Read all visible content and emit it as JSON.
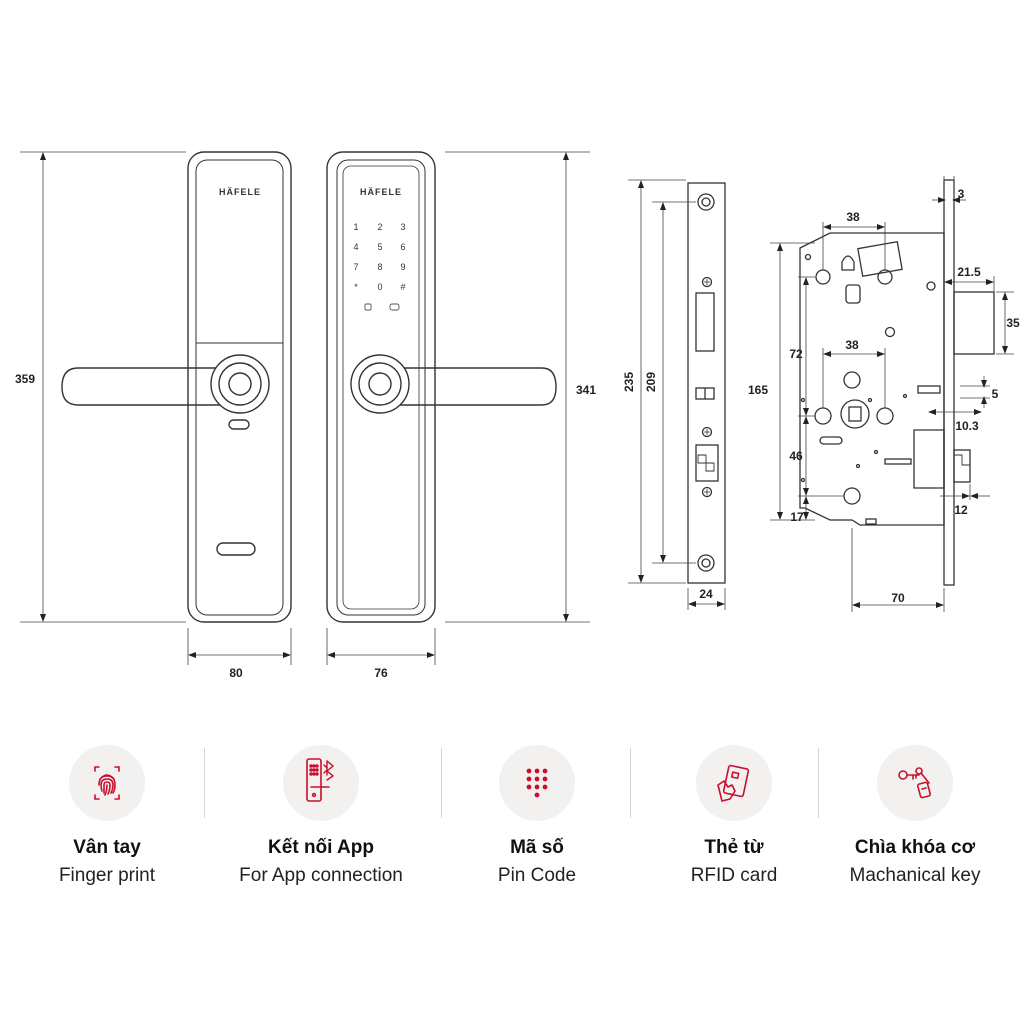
{
  "front_view": {
    "brand": "HÄFELE",
    "height_label": "359",
    "width_label": "80"
  },
  "back_view": {
    "brand": "HÄFELE",
    "height_label": "341",
    "width_label": "76",
    "keypad": [
      "1",
      "2",
      "3",
      "4",
      "5",
      "6",
      "7",
      "8",
      "9",
      "*",
      "0",
      "#"
    ]
  },
  "faceplate_view": {
    "dim_235": "235",
    "dim_209": "209",
    "dim_24": "24"
  },
  "mortise_view": {
    "dim_3": "3",
    "dim_38_top": "38",
    "dim_21_5": "21.5",
    "dim_35": "35",
    "dim_72": "72",
    "dim_38_mid": "38",
    "dim_165": "165",
    "dim_5": "5",
    "dim_10_3": "10.3",
    "dim_46": "46",
    "dim_17": "17",
    "dim_12": "12",
    "dim_70": "70"
  },
  "accent_color": "#c8102e",
  "features": [
    {
      "icon": "fingerprint-icon",
      "title": "Vân tay",
      "subtitle": "Finger print"
    },
    {
      "icon": "app-connection-icon",
      "title": "Kết nối App",
      "subtitle": "For App connection"
    },
    {
      "icon": "keypad-icon",
      "title": "Mã số",
      "subtitle": "Pin Code"
    },
    {
      "icon": "rfid-card-icon",
      "title": "Thẻ từ",
      "subtitle": "RFID card"
    },
    {
      "icon": "mechanical-key-icon",
      "title": "Chìa khóa cơ",
      "subtitle": "Machanical key"
    }
  ]
}
